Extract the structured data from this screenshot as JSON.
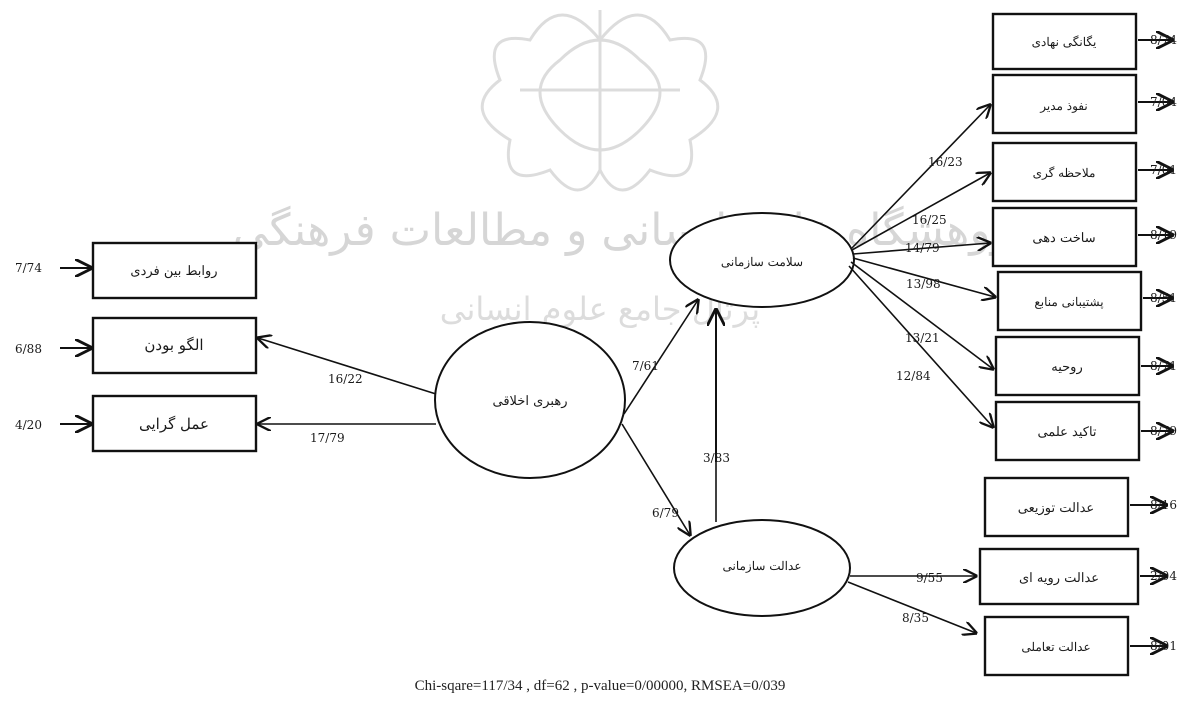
{
  "watermark": {
    "line1": "پژوهشگاه علوم انسانی و مطالعات فرهنگی",
    "line2": "پرتال جامع علوم انسانی"
  },
  "latent": {
    "ethical_leadership": "رهبری اخلاقی",
    "org_health": "سلامت سازمانی",
    "org_justice": "عدالت سازمانی"
  },
  "leadership_indicators": [
    {
      "label": "روابط بین فردی",
      "error": "7/74"
    },
    {
      "label": "الگو بودن",
      "error": "6/88"
    },
    {
      "label": "عمل گرایی",
      "error": "4/20"
    }
  ],
  "leadership_paths": [
    "16/22",
    "17/79"
  ],
  "structural_paths": {
    "leadership_to_health": "7/61",
    "leadership_to_justice": "6/79",
    "justice_to_health": "3/83"
  },
  "health_indicators": [
    {
      "label": "یگانگی نهادی",
      "error": "8/74",
      "path": ""
    },
    {
      "label": "نفوذ مدیر",
      "error": "7/04",
      "path": ""
    },
    {
      "label": "ملاحظه گری",
      "error": "7/01",
      "path": "16/23"
    },
    {
      "label": "ساخت دهی",
      "error": "8/19",
      "path": "16/25"
    },
    {
      "label": "پشتیبانی منابع",
      "error": "8/51",
      "path": "14/79"
    },
    {
      "label": "روحیه",
      "error": "8/71",
      "path": "13/98"
    },
    {
      "label": "تاکید علمی",
      "error": "8/79",
      "path": "13/21"
    }
  ],
  "health_extra_path": "12/84",
  "justice_indicators": [
    {
      "label": "عدالت توزیعی",
      "error": "8/16",
      "path": ""
    },
    {
      "label": "عدالت رویه ای",
      "error": "2/04",
      "path": "9/55"
    },
    {
      "label": "عدالت تعاملی",
      "error": "8/01",
      "path": "8/35"
    }
  ],
  "fit_stats": "Chi-sqare=117/34 ,   df=62 ,   p-value=0/00000,    RMSEA=0/039"
}
